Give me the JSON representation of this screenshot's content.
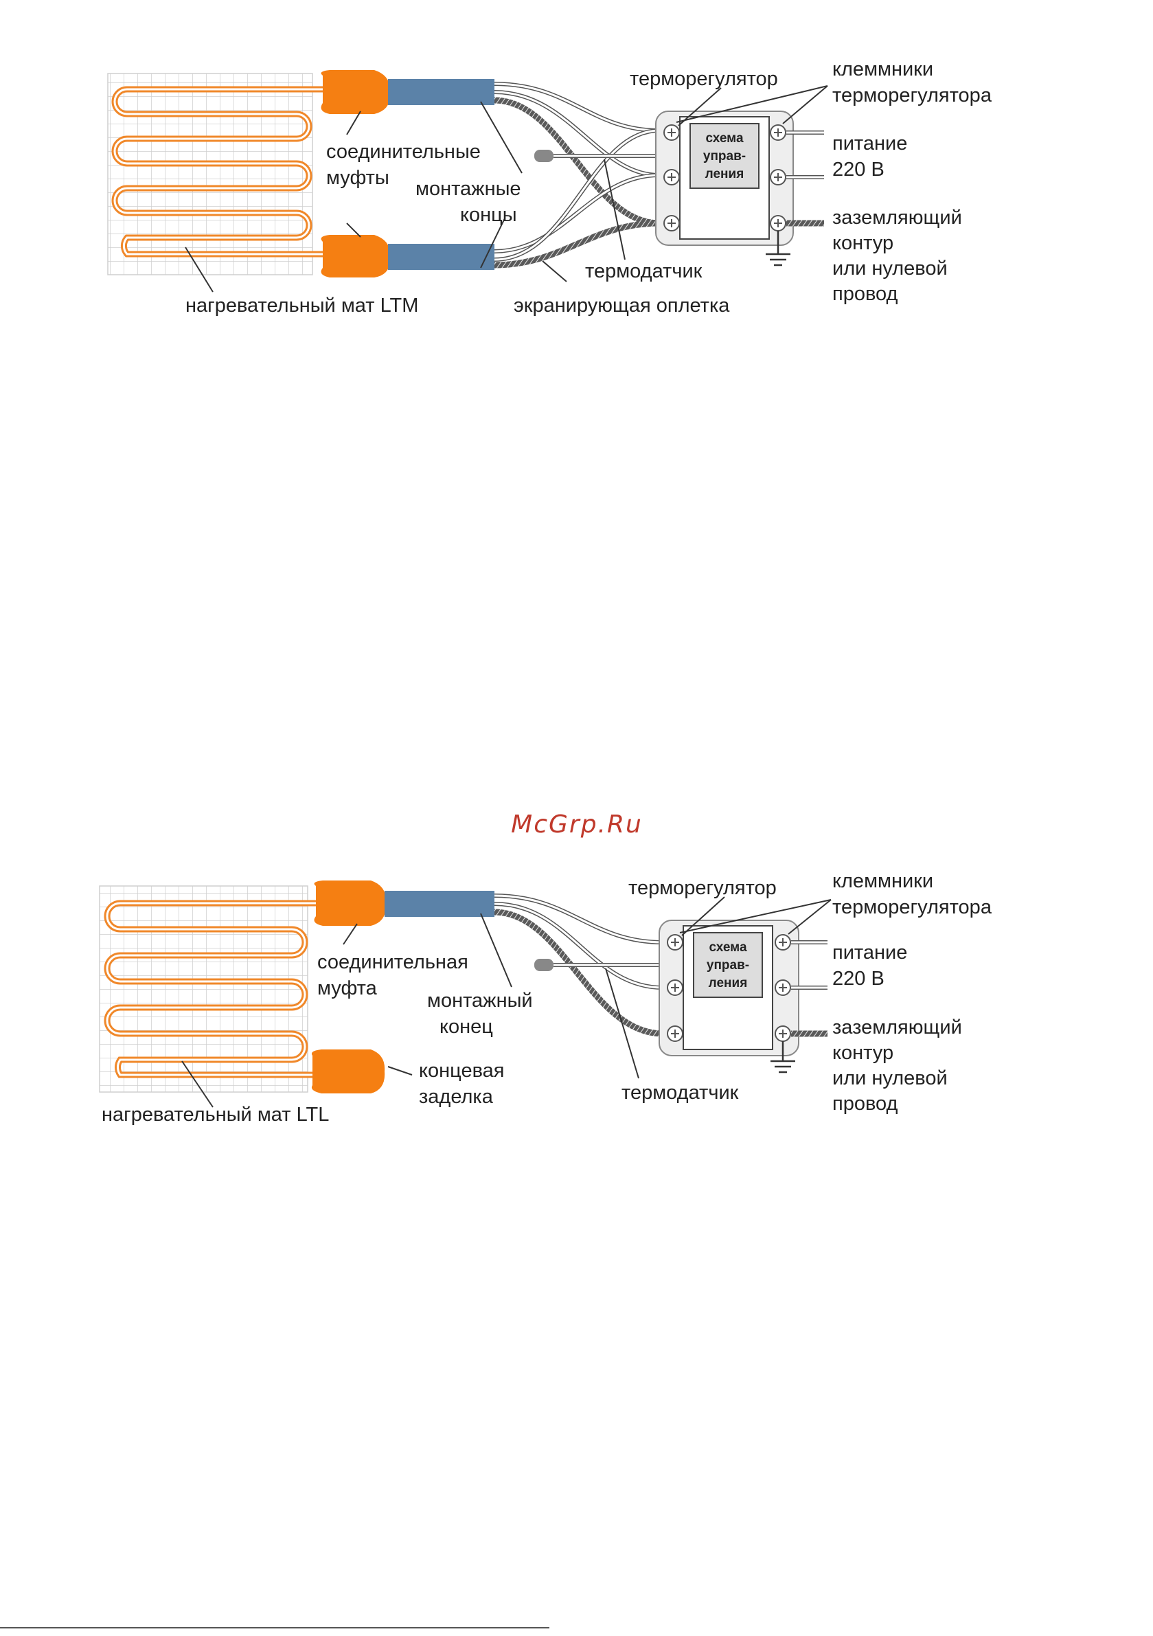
{
  "watermark": {
    "text": "McGrp.Ru",
    "color": "#c0392b"
  },
  "colors": {
    "heating_cable": "#f0882a",
    "coupling": "#f57f12",
    "cold_lead": "#5b82a8",
    "grid": "#cfcfcf",
    "line": "#333333"
  },
  "diagram_ltm": {
    "thermostat": "терморегулятор",
    "terminals": [
      "клеммники",
      "терморегулятора"
    ],
    "couplings": [
      "соединительные",
      "муфты"
    ],
    "leads": [
      "монтажные",
      "концы"
    ],
    "power": [
      "питание",
      "220 В"
    ],
    "control": [
      "схема",
      "управ-",
      "ления"
    ],
    "ground": [
      "заземляющий",
      "контур",
      "или нулевой",
      "провод"
    ],
    "sensor": "термодатчик",
    "mat": "нагревательный мат LTM",
    "braid": "экранирующая оплетка"
  },
  "diagram_ltl": {
    "thermostat": "терморегулятор",
    "terminals": [
      "клеммники",
      "терморегулятора"
    ],
    "coupling": [
      "соединительная",
      "муфта"
    ],
    "lead": [
      "монтажный",
      "конец"
    ],
    "power": [
      "питание",
      "220 В"
    ],
    "control": [
      "схема",
      "управ-",
      "ления"
    ],
    "ground": [
      "заземляющий",
      "контур",
      "или нулевой",
      "провод"
    ],
    "sensor": "термодатчик",
    "mat": "нагревательный мат LTL",
    "end_cap": [
      "концевая",
      "заделка"
    ]
  }
}
